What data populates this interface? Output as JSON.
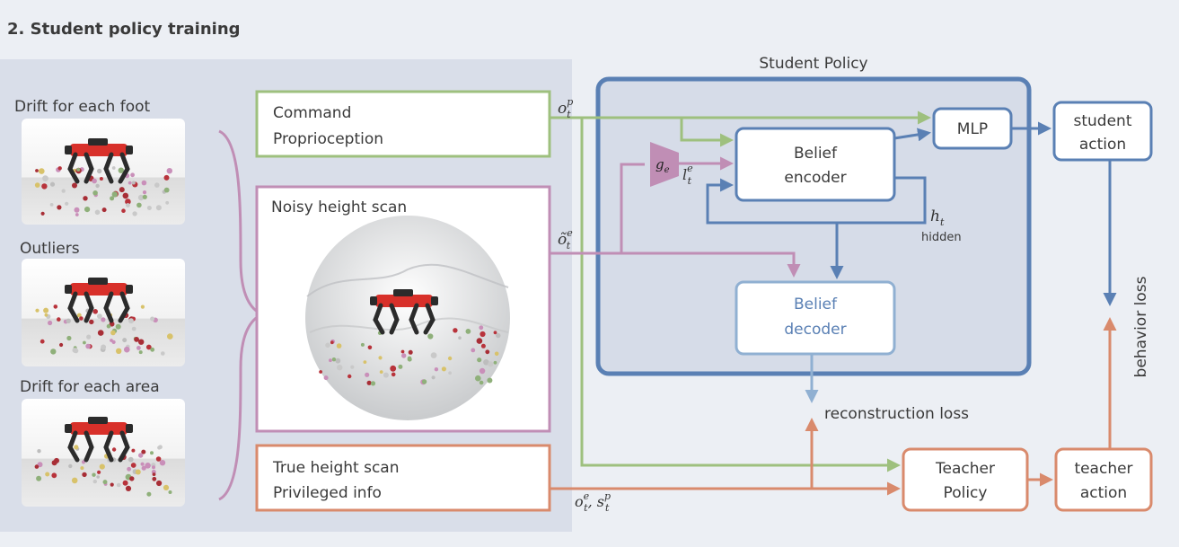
{
  "title": "2. Student policy training",
  "colors": {
    "green": "#9ec07e",
    "purple": "#c08eb5",
    "orange": "#d98a6c",
    "blue": "#5a80b4",
    "light_blue": "#90b0d2",
    "panel": "#d9dee9",
    "background": "#eceff4"
  },
  "scenarios": {
    "drift_foot": "Drift for each foot",
    "outliers": "Outliers",
    "drift_area": "Drift for each area"
  },
  "inputs": {
    "command_line1": "Command",
    "command_line2": "Proprioception",
    "noisy_scan": "Noisy height scan",
    "true_scan_line1": "True height scan",
    "true_scan_line2": "Privileged info"
  },
  "student_policy": {
    "title": "Student Policy",
    "mlp": "MLP",
    "belief_encoder_line1": "Belief",
    "belief_encoder_line2": "encoder",
    "belief_decoder_line1": "Belief",
    "belief_decoder_line2": "decoder",
    "hidden": "hidden"
  },
  "outputs": {
    "student_action_line1": "student",
    "student_action_line2": "action",
    "teacher_policy_line1": "Teacher",
    "teacher_policy_line2": "Policy",
    "teacher_action_line1": "teacher",
    "teacher_action_line2": "action"
  },
  "losses": {
    "reconstruction": "reconstruction loss",
    "behavior": "behavior loss"
  },
  "math": {
    "o_p": "o",
    "o_p_sup": "p",
    "o_p_sub": "t",
    "o_e_tilde": "õ",
    "o_e_tilde_sup": "e",
    "o_e_tilde_sub": "t",
    "g_e": "g",
    "g_e_sub": "e",
    "l_e": "l",
    "l_e_sup": "e",
    "l_e_sub": "t",
    "h_t": "h",
    "h_t_sub": "t",
    "priv": "o",
    "priv_sup": "e",
    "priv_sub": "t",
    "priv_sep": ", s",
    "priv_sup2": "p",
    "priv_sub2": "t"
  }
}
